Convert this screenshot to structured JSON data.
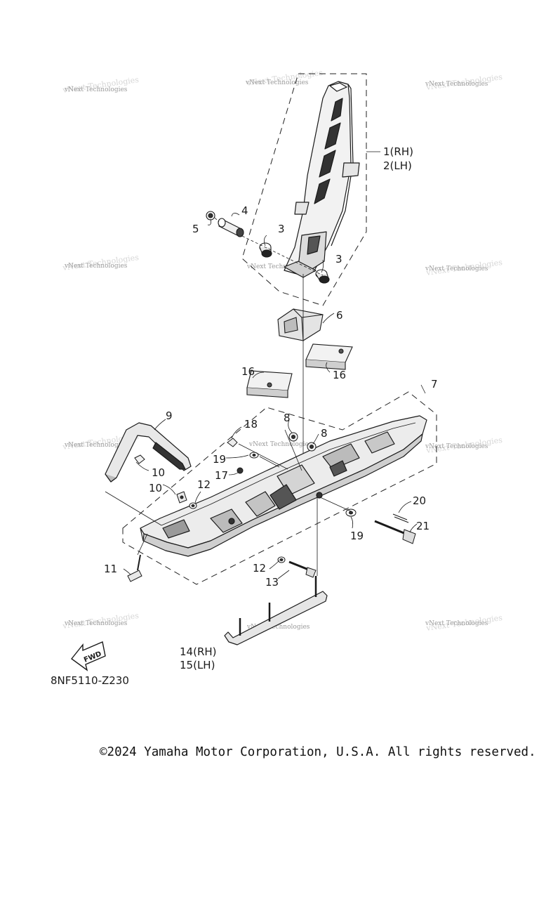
{
  "callouts": {
    "c1": "1(RH)",
    "c2": "2(LH)",
    "c3a": "3",
    "c3b": "3",
    "c4": "4",
    "c5": "5",
    "c6": "6",
    "c7": "7",
    "c8a": "8",
    "c8b": "8",
    "c9": "9",
    "c10a": "10",
    "c10b": "10",
    "c11": "11",
    "c12a": "12",
    "c12b": "12",
    "c13": "13",
    "c14": "14(RH)",
    "c15": "15(LH)",
    "c16a": "16",
    "c16b": "16",
    "c17": "17",
    "c18": "18",
    "c19a": "19",
    "c19b": "19",
    "c20": "20",
    "c21": "21"
  },
  "watermark": {
    "text": "vNext Technologies"
  },
  "fwd_label": "FWD",
  "diagram_code": "8NF5110-Z230",
  "copyright": "©2024 Yamaha Motor Corporation, U.S.A. All rights reserved."
}
